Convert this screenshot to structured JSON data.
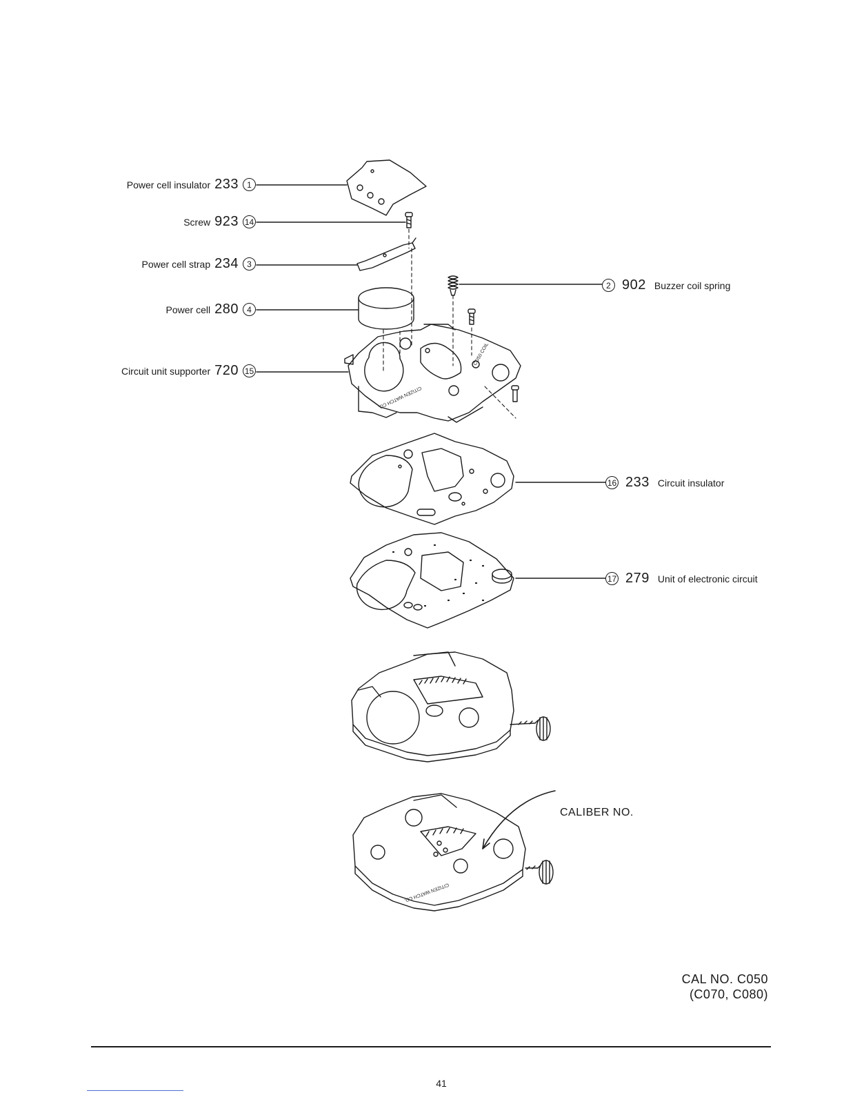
{
  "parts_left": [
    {
      "desc": "Power cell insulator",
      "num": "233",
      "ref": "1"
    },
    {
      "desc": "Screw",
      "num": "923",
      "ref": "14"
    },
    {
      "desc": "Power cell strap",
      "num": "234",
      "ref": "3"
    },
    {
      "desc": "Power cell",
      "num": "280",
      "ref": "4"
    },
    {
      "desc": "Circuit unit supporter",
      "num": "720",
      "ref": "15"
    }
  ],
  "parts_right": [
    {
      "ref": "2",
      "num": "902",
      "desc": "Buzzer coil spring"
    },
    {
      "ref": "16",
      "num": "233",
      "desc": "Circuit insulator"
    },
    {
      "ref": "17",
      "num": "279",
      "desc": "Unit of electronic circuit"
    }
  ],
  "caliber_label": "CALIBER NO.",
  "cal_no": {
    "line1": "CAL NO. C050",
    "line2": "(C070, C080)"
  },
  "page_number": "41",
  "colors": {
    "ink": "#1a1a1a",
    "link_blue": "#4a6fd1"
  }
}
